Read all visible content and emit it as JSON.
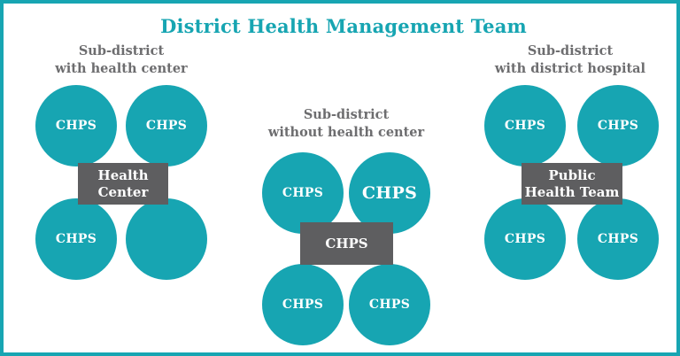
{
  "title": "District Health Management Team",
  "colors": {
    "teal": "#17a5b2",
    "gray": "#5e5e60",
    "label_gray": "#6d6d6f",
    "white": "#ffffff"
  },
  "clusters": {
    "left": {
      "label_line1": "Sub-district",
      "label_line2": "with health center",
      "hub_line1": "Health",
      "hub_line2": "Center",
      "nodes": {
        "top_left": "CHPS",
        "top_right": "CHPS",
        "bottom_left": "CHPS",
        "bottom_right": ""
      }
    },
    "center": {
      "label_line1": "Sub-district",
      "label_line2": "without health center",
      "hub_line1": "CHPS",
      "hub_line2": "",
      "nodes": {
        "top_left": "CHPS",
        "top_right": "CHPS",
        "bottom_left": "CHPS",
        "bottom_right": "CHPS"
      }
    },
    "right": {
      "label_line1": "Sub-district",
      "label_line2": "with district hospital",
      "hub_line1": "Public",
      "hub_line2": "Health Team",
      "nodes": {
        "top_left": "CHPS",
        "top_right": "CHPS",
        "bottom_left": "CHPS",
        "bottom_right": "CHPS"
      }
    }
  }
}
